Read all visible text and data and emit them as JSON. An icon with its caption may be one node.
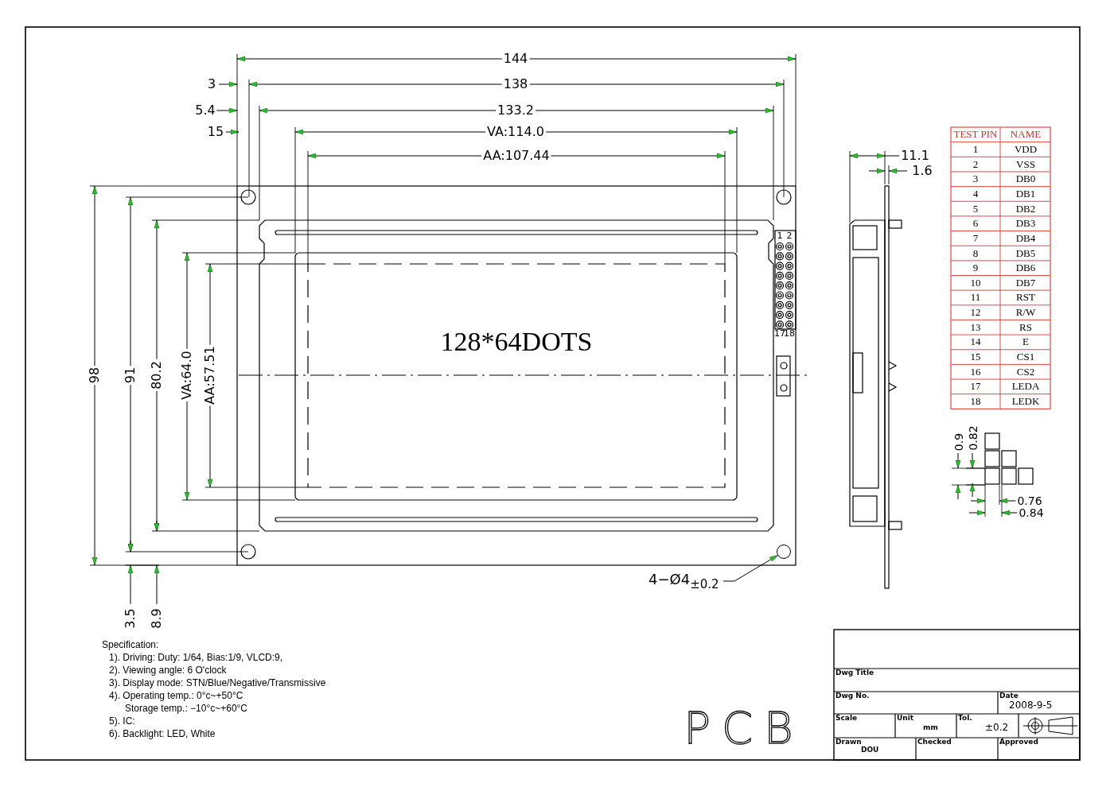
{
  "diagram": {
    "nodes": [
      {
        "text": [
          "4−Ø4$_{±0.2}$"
        ]
      },
      {
        "text": [],
        "shape": "circle"
      }
    ],
    "edges": [
      {
        "from": 0,
        "to": 1,
        "arrow": "to"
      }
    ],
    "labels": [
      "144",
      "3",
      "138",
      "5.4",
      "133.2",
      "15",
      "VA:114.0",
      "AA:107.44",
      "98",
      "91",
      "80.2",
      "VA:64.0",
      "AA:57.51",
      "3.5",
      "8.9",
      "128*64DOTS",
      "1",
      "2",
      "17",
      "18",
      "11.1",
      "1.6",
      "TEST PIN",
      "NAME",
      "1",
      "VDD",
      "2",
      "VSS",
      "3",
      "DB0",
      "4",
      "DB1",
      "5",
      "DB2",
      "6",
      "DB3",
      "7",
      "DB4",
      "8",
      "DB5",
      "9",
      "DB6",
      "10",
      "DB7",
      "11",
      "RST",
      "12",
      "R/W",
      "13",
      "RS",
      "14",
      "E",
      "15",
      "CS1",
      "16",
      "CS2",
      "17",
      "LEDA",
      "18",
      "LEDK",
      "0.9",
      "0.82",
      "0.76",
      "0.84",
      "Specification:",
      "1). Driving: Duty: 1/64, Bias:1/9, VLCD:9,",
      "2). Viewing angle: 6 O'clock",
      "3). Display mode: STN/Blue/Negative/Transmissive",
      "4). Operating temp.: 0°c~+50°C",
      "Storage temp.: −10°c~+60°C",
      "5). IC:",
      "6). Backlight: LED, White",
      "PCB",
      "Dwg Title",
      "Dwg No.",
      "Date",
      "2008-9-5",
      "Scale",
      "Unit",
      "mm",
      "Tol.",
      "±0.2",
      "Drawn",
      "DOU",
      "Checked",
      "Approved"
    ]
  }
}
